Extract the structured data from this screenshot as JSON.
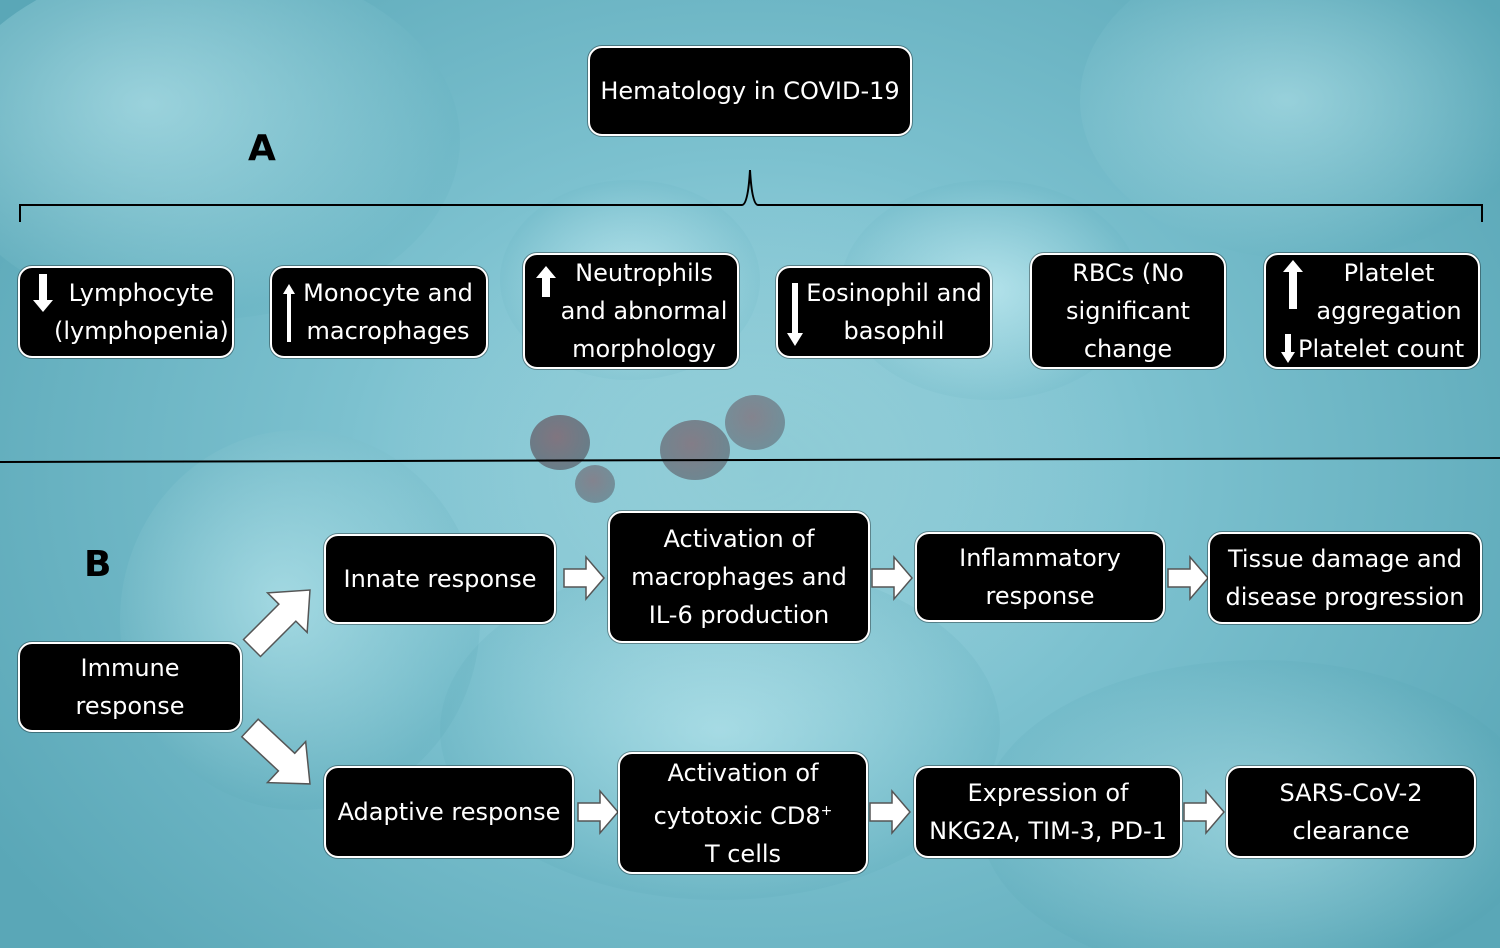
{
  "title": "Hematology in COVID-19",
  "panel_a": {
    "label": "A",
    "items": [
      {
        "text": "Lymphocyte (lymphopenia)",
        "icon": "arrow-down-icon"
      },
      {
        "text": "Monocyte and macrophages",
        "icon": "arrow-up-icon"
      },
      {
        "text": "Neutrophils and abnormal morphology",
        "icon": "arrow-up-icon"
      },
      {
        "text": "Eosinophil and basophil",
        "icon": "arrow-down-icon"
      },
      {
        "text": "RBCs (No significant change"
      },
      {
        "text_top": "Platelet aggregation",
        "icon_top": "arrow-up-icon",
        "text_bottom": "Platelet count",
        "icon_bottom": "arrow-down-icon"
      }
    ]
  },
  "panel_b": {
    "label": "B",
    "root": "Immune response",
    "innate": [
      "Innate response",
      "Activation of macrophages and IL-6 production",
      "Inflammatory response",
      "Tissue damage and disease progression"
    ],
    "adaptive": [
      "Adaptive response",
      "Activation of cytotoxic CD8",
      "T cells",
      "Expression of NKG2A, TIM-3, PD-1",
      "SARS-CoV-2 clearance"
    ],
    "superscript": "+"
  },
  "colors": {
    "box_fill": "#000000",
    "box_border": "#ffffff",
    "background": "#7cc1cf",
    "arrow_fill": "#ffffff"
  }
}
